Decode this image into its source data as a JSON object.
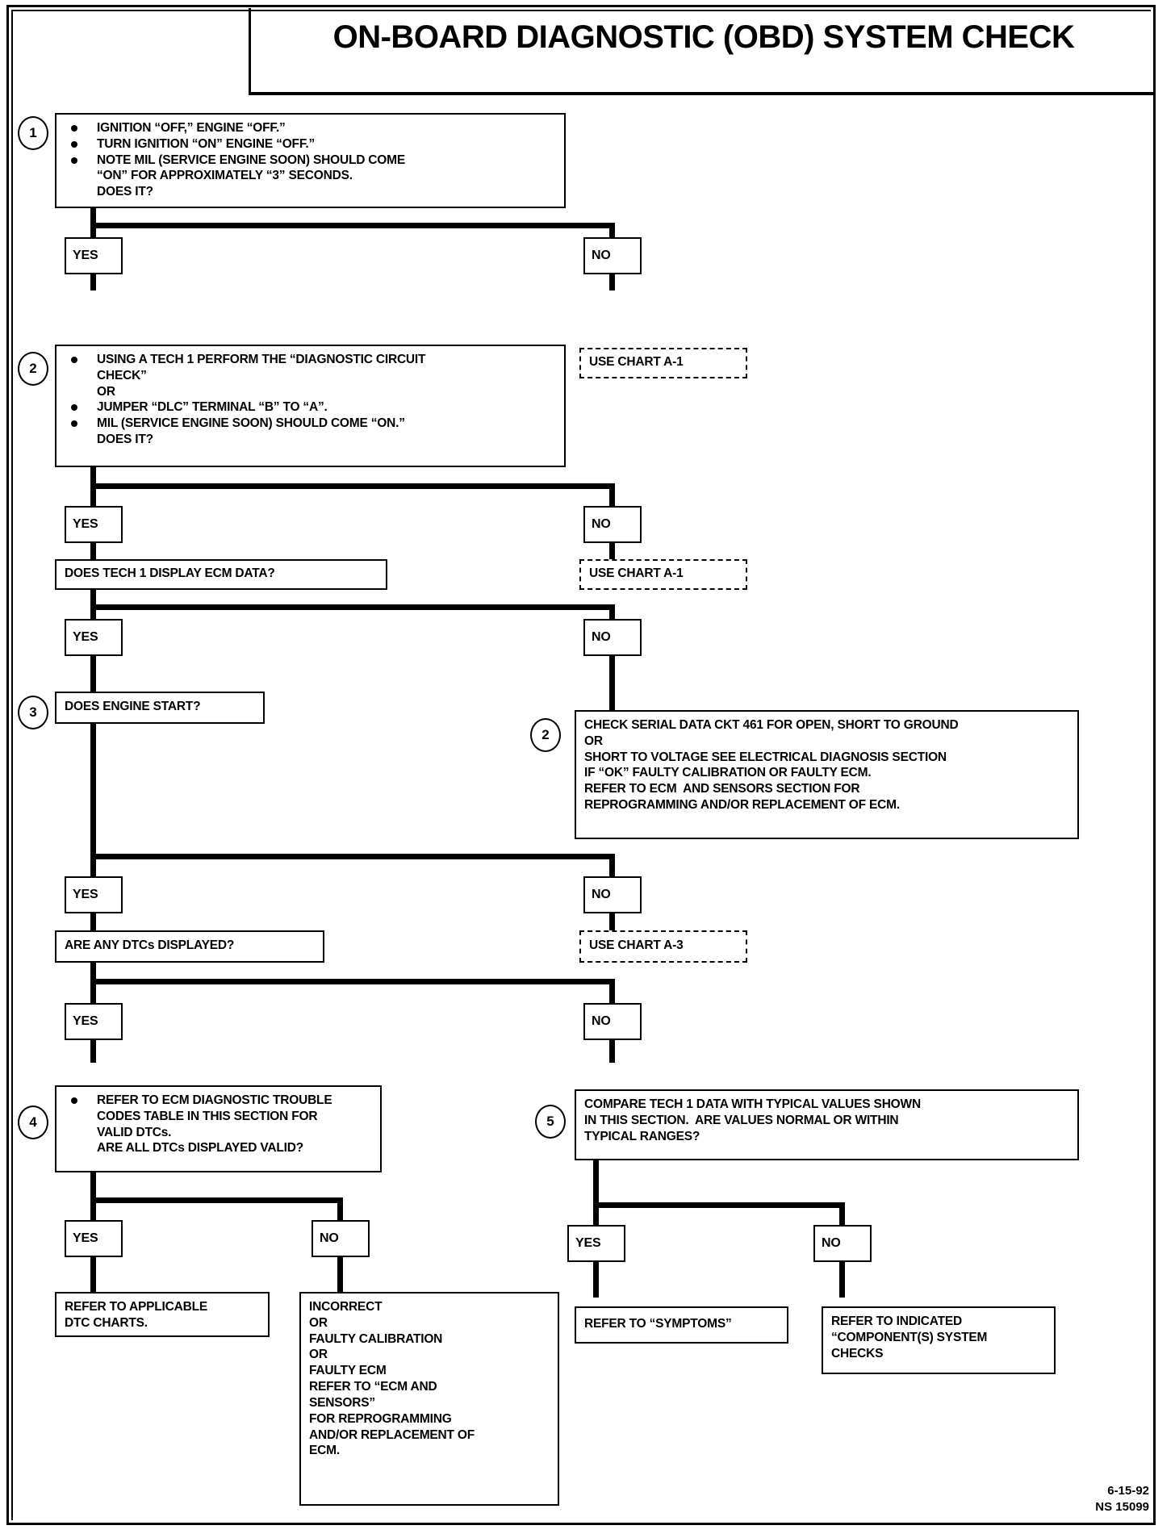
{
  "document": {
    "title": "ON-BOARD DIAGNOSTIC (OBD) SYSTEM CHECK",
    "footer_date": "6-15-92",
    "footer_code": "NS 15099"
  },
  "labels": {
    "yes": "YES",
    "no": "NO"
  },
  "steps": {
    "s1": "1",
    "s2": "2",
    "s2b": "2",
    "s3": "3",
    "s4": "4",
    "s5": "5"
  },
  "nodes": {
    "step1": {
      "bullets": [
        "IGNITION “OFF,” ENGINE “OFF.”",
        "TURN IGNITION “ON” ENGINE “OFF.”",
        "NOTE MIL (SERVICE ENGINE SOON) SHOULD COME"
      ],
      "cont": [
        "“ON” FOR APPROXIMATELY “3” SECONDS.",
        "DOES IT?"
      ]
    },
    "step2": {
      "b1": "USING A TECH 1 PERFORM THE “DIAGNOSTIC CIRCUIT",
      "b1_l2": "CHECK”",
      "b1_l3": "OR",
      "b2": "JUMPER “DLC” TERMINAL “B” TO “A”.",
      "b3": "MIL (SERVICE ENGINE SOON)  SHOULD COME “ON.”",
      "b3_l2": "DOES IT?"
    },
    "chart_a1_top": "USE CHART A-1",
    "chart_a1_mid": "USE CHART A-1",
    "chart_a3": "USE CHART A-3",
    "tech1_data": "DOES TECH 1 DISPLAY ECM DATA?",
    "engine_start": "DOES ENGINE START?",
    "serial_data": {
      "lines": [
        "CHECK SERIAL DATA CKT 461 FOR OPEN, SHORT TO GROUND",
        "OR",
        "SHORT TO VOLTAGE SEE ELECTRICAL DIAGNOSIS SECTION",
        "IF “OK” FAULTY CALIBRATION OR FAULTY ECM.",
        "REFER TO ECM  AND SENSORS SECTION FOR",
        "REPROGRAMMING AND/OR REPLACEMENT OF ECM."
      ]
    },
    "dtcs_displayed": "ARE ANY DTCs DISPLAYED?",
    "step4": {
      "b1": "REFER TO ECM DIAGNOSTIC TROUBLE",
      "l2": "CODES TABLE IN THIS SECTION FOR",
      "l3": "VALID DTCs.",
      "l4": "ARE ALL DTCs DISPLAYED VALID?"
    },
    "step5": {
      "lines": [
        "COMPARE TECH 1 DATA WITH TYPICAL VALUES SHOWN",
        "IN THIS SECTION.  ARE VALUES NORMAL OR WITHIN",
        "TYPICAL RANGES?"
      ]
    },
    "refer_dtc_charts": {
      "lines": [
        "REFER TO APPLICABLE",
        "DTC CHARTS."
      ]
    },
    "incorrect_block": {
      "lines": [
        "INCORRECT",
        "OR",
        "FAULTY CALIBRATION",
        "OR",
        "FAULTY ECM",
        "REFER TO “ECM AND",
        "SENSORS”",
        "FOR REPROGRAMMING",
        "AND/OR REPLACEMENT OF",
        "ECM."
      ]
    },
    "refer_symptoms": "REFER TO “SYMPTOMS”",
    "refer_indicated": {
      "lines": [
        "REFER TO INDICATED",
        "“COMPONENT(S) SYSTEM",
        "CHECKS"
      ]
    }
  }
}
